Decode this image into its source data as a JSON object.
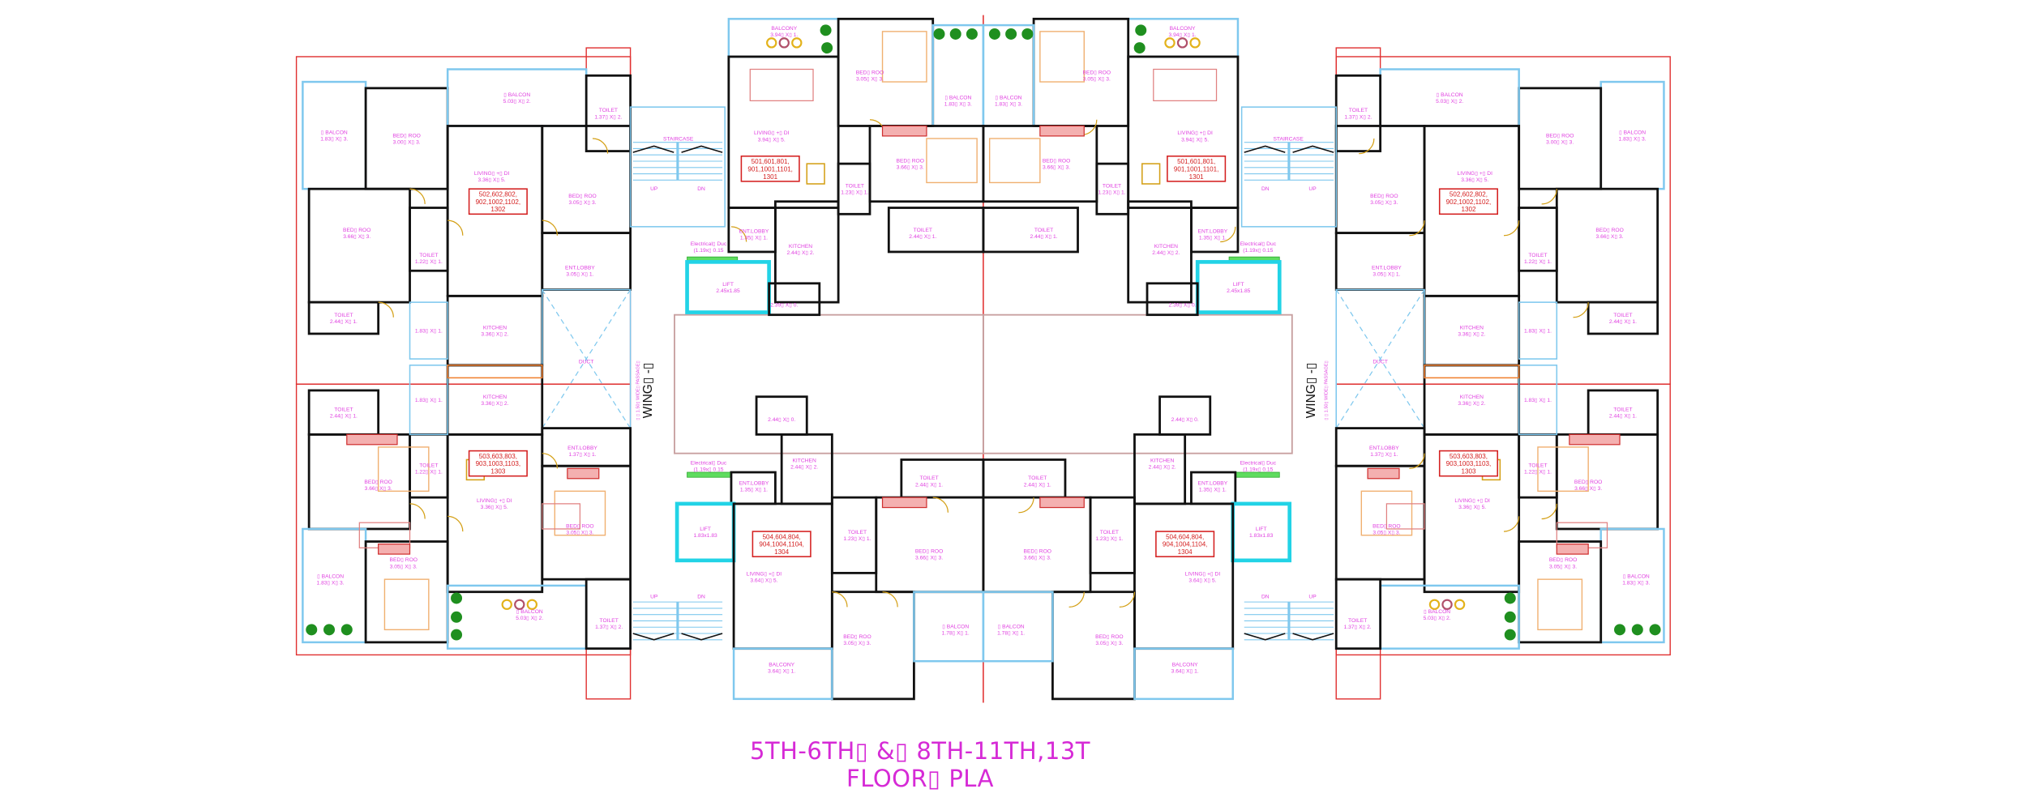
{
  "title": {
    "line1": "5TH-6TH▯ &▯ 8TH-11TH,13T",
    "line2": "FLOOR▯ PLA"
  },
  "colors": {
    "wall": "#111111",
    "outline": "#e03030",
    "glass": "#7fc8ee",
    "label": "#e040e0",
    "lift": "#22d3e6",
    "door": "#d4a017",
    "plant": "#1f8f1f",
    "unit_tag": "#d42020"
  },
  "rooms": [
    {
      "id": "r1",
      "name": "▯ BALCON",
      "size": "1.83▯ X▯ 3."
    },
    {
      "id": "r2",
      "name": "BED▯ ROO",
      "size": "3.00▯ X▯ 3."
    },
    {
      "id": "r3",
      "name": "▯ BALCON",
      "size": "5.03▯ X▯ 2."
    },
    {
      "id": "r4",
      "name": "TOILET",
      "size": "1.37▯ X▯ 2."
    },
    {
      "id": "r5",
      "name": "LIVING▯ +▯ DI",
      "size": "3.36▯ X▯ 5."
    },
    {
      "id": "r6",
      "name": "BED▯ ROO",
      "size": "3.05▯ X▯ 3."
    },
    {
      "id": "r7",
      "name": "BED▯ ROO",
      "size": "3.66▯ X▯ 3."
    },
    {
      "id": "r8",
      "name": "TOILET",
      "size": "1.22▯ X▯ 1."
    },
    {
      "id": "r9",
      "name": "ENT.LOBBY",
      "size": "3.05▯ X▯ 1."
    },
    {
      "id": "r10",
      "name": "TOILET",
      "size": "2.44▯ X▯ 1."
    },
    {
      "id": "r11",
      "name": "KITCHEN",
      "size": "3.36▯ X▯ 2."
    },
    {
      "id": "r12",
      "name": "DUCT",
      "size": ""
    },
    {
      "id": "r13",
      "name": "STAIRCASE",
      "size": ""
    },
    {
      "id": "r14",
      "name": "BALCONY",
      "size": "3.94▯ X▯ 1."
    },
    {
      "id": "r15",
      "name": "BED▯ ROO",
      "size": "3.05▯ X▯ 3."
    },
    {
      "id": "r16",
      "name": "▯ BALCON",
      "size": "1.83▯ X▯ 3."
    },
    {
      "id": "r17",
      "name": "LIVING▯ +▯ DI",
      "size": "3.94▯ X▯ 5."
    },
    {
      "id": "r18",
      "name": "BED▯ ROO",
      "size": "3.66▯ X▯ 3."
    },
    {
      "id": "r19",
      "name": "TOILET",
      "size": "1.23▯ X▯ 1."
    },
    {
      "id": "r20",
      "name": "TOILET",
      "size": "2.44▯ X▯ 1."
    },
    {
      "id": "r21",
      "name": "ENT.LOBBY",
      "size": "1.35▯ X▯ 1."
    },
    {
      "id": "r22",
      "name": "KITCHEN",
      "size": "2.44▯ X▯ 2."
    },
    {
      "id": "r23",
      "name": "Electrical▯ Duc",
      "size": "(1.19x▯ 0.15"
    },
    {
      "id": "r24",
      "name": "LIFT",
      "size": "2.45x1.85"
    },
    {
      "id": "r25",
      "name": "",
      "size": "2.39▯ X▯ 0."
    },
    {
      "id": "r26",
      "name": "TOILET",
      "size": "2.44▯ X▯ 1."
    },
    {
      "id": "r27",
      "name": "KITCHEN",
      "size": "3.36▯ X▯ 2."
    },
    {
      "id": "r28",
      "name": "ENT.LOBBY",
      "size": "1.37▯ X▯ 1."
    },
    {
      "id": "r29",
      "name": "TOILET",
      "size": "1.22▯ X▯ 1."
    },
    {
      "id": "r30",
      "name": "BED▯ ROO",
      "size": "3.66▯ X▯ 3."
    },
    {
      "id": "r31",
      "name": "LIVING▯ +▯ DI",
      "size": "3.36▯ X▯ 5."
    },
    {
      "id": "r32",
      "name": "BED▯ ROO",
      "size": "3.05▯ X▯ 3."
    },
    {
      "id": "r33",
      "name": "▯ BALCON",
      "size": "1.83▯ X▯ 3."
    },
    {
      "id": "r34",
      "name": "BED▯ ROO",
      "size": "3.05▯ X▯ 3."
    },
    {
      "id": "r35",
      "name": "▯ BALCON",
      "size": "5.03▯ X▯ 2."
    },
    {
      "id": "r36",
      "name": "TOILET",
      "size": "1.37▯ X▯ 2."
    },
    {
      "id": "r38",
      "name": "",
      "size": "2.44▯ X▯ 0."
    },
    {
      "id": "r39",
      "name": "KITCHEN",
      "size": "2.44▯ X▯ 2."
    },
    {
      "id": "r40",
      "name": "Electrical▯ Duc",
      "size": "(1.19x▯ 0.15"
    },
    {
      "id": "r41",
      "name": "ENT.LOBBY",
      "size": "1.35▯ X▯ 1."
    },
    {
      "id": "r42",
      "name": "LIFT",
      "size": "1.83x1.83"
    },
    {
      "id": "r43",
      "name": "LIVING▯ +▯ DI",
      "size": "3.64▯ X▯ 5."
    },
    {
      "id": "r44",
      "name": "TOILET",
      "size": "2.44▯ X▯ 1."
    },
    {
      "id": "r45",
      "name": "TOILET",
      "size": "1.23▯ X▯ 1."
    },
    {
      "id": "r46",
      "name": "BED▯ ROO",
      "size": "3.66▯ X▯ 3."
    },
    {
      "id": "r47",
      "name": "BED▯ ROO",
      "size": "3.05▯ X▯ 3."
    },
    {
      "id": "r48",
      "name": "▯ BALCON",
      "size": "1.78▯ X▯ 1."
    },
    {
      "id": "r49",
      "name": "BALCONY",
      "size": "3.64▯ X▯ 1."
    },
    {
      "id": "r50",
      "name": "",
      "size": "1.83▯ X▯ 1."
    },
    {
      "id": "r51",
      "name": "",
      "size": "1.83▯ X▯ 1."
    }
  ],
  "unit_tags": [
    {
      "id": "u502",
      "lines": [
        "502,602,802,",
        "902,1002,1102,",
        "1302"
      ]
    },
    {
      "id": "u501",
      "lines": [
        "501,601,801,",
        "901,1001,1101,",
        "1301"
      ]
    },
    {
      "id": "u503",
      "lines": [
        "503,603,803,",
        "903,1003,1103,",
        "1303"
      ]
    },
    {
      "id": "u504",
      "lines": [
        "504,604,804,",
        "904,1004,1104,",
        "1304"
      ]
    }
  ],
  "stairs": [
    {
      "id": "s1",
      "up": "UP",
      "down": "DN"
    },
    {
      "id": "s2",
      "up": "UP",
      "down": "DN"
    }
  ],
  "wing": {
    "label": "WING▯ -▯",
    "passage": "▯ ▯ 1.50▯ WIDE▯ PASSAGE▯"
  }
}
